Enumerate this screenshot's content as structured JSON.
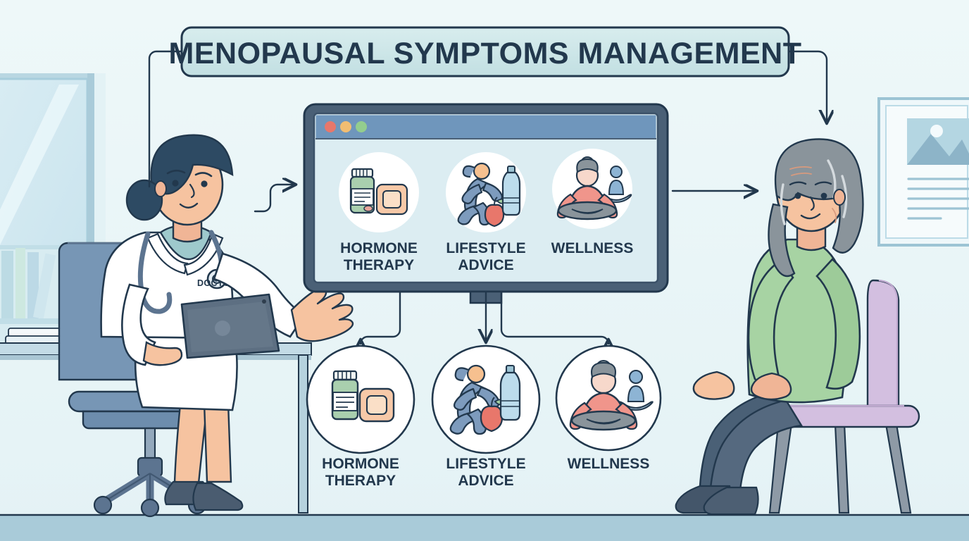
{
  "title_banner": {
    "text": "MENOPAUSAL SYMPTOMS MANAGEMENT",
    "fill": "#cfe6e8",
    "stroke": "#22384d",
    "text_color": "#22384d"
  },
  "scene": {
    "background_top": "#eef8f9",
    "background_bottom": "#e6f3f5",
    "floor_color": "#a9cbd9",
    "floor_line": "#22384d",
    "wall_accent": "#dceef2",
    "outline": "#22384d"
  },
  "left_scene": {
    "window": {
      "name": "window",
      "frame_color": "#b9d7e2",
      "glass_color": "#d4e9f0",
      "highlight_color": "#e8f6f9"
    },
    "bookshelf": {
      "name": "bookshelf",
      "shelf_color": "#cde5ec",
      "books": [
        "#bcdbe4",
        "#c9e3d8",
        "#bcd9e6",
        "#cfe6ee"
      ]
    },
    "desk": {
      "name": "desk",
      "top_color": "#c3dbe6",
      "edge_color": "#a9c6d4"
    },
    "desk_books_color": "#f3f8fa",
    "office_chair": {
      "name": "office-chair",
      "seat_color": "#7796b5",
      "base_color": "#5c7490"
    },
    "doctor": {
      "name": "doctor",
      "badge_text": "DOCTOR",
      "hair_color": "#2d4a63",
      "skin_color": "#f6c3a0",
      "coat_color": "#ffffff",
      "scrub_color": "#9ec9cc",
      "stethoscope_color": "#5c7490",
      "tablet_color": "#5d6f82",
      "shoe_color": "#4a5c70"
    }
  },
  "right_scene": {
    "wall_frame": {
      "name": "wall-poster",
      "frame_color": "#9cc4d4",
      "mat_color": "#eef7fa",
      "image_color": "#9dc4d4",
      "line_color": "#9dc4d4"
    },
    "patient": {
      "name": "patient",
      "hair_color": "#8a949b",
      "skin_color": "#f6c3a0",
      "sweater_color": "#a7d3a3",
      "trouser_color": "#4a6076",
      "shoe_color": "#44566a"
    },
    "patient_chair": {
      "name": "patient-chair",
      "seat_color": "#d3bfe0",
      "leg_color": "#8e9aa6"
    }
  },
  "monitor": {
    "name": "presentation-screen",
    "bezel_color": "#4a6076",
    "frame_color": "#3b5168",
    "titlebar_color": "#6f96bc",
    "screen_color": "#dcedf2",
    "dots": [
      {
        "name": "close-dot",
        "color": "#e8776b"
      },
      {
        "name": "minimize-dot",
        "color": "#f2bd72"
      },
      {
        "name": "maximize-dot",
        "color": "#93cd8e"
      }
    ]
  },
  "options": [
    {
      "id": "hormone-therapy",
      "label_line1": "HORMONE",
      "label_line2": "THERAPY",
      "icon": "pill-bottle-patch-icon",
      "colors": {
        "bottle": "#a9cfae",
        "cap": "#f2f7f4",
        "label": "#ffffff",
        "patch": "#f7c9a8",
        "patch_inner": "#fadfc7"
      }
    },
    {
      "id": "lifestyle-advice",
      "label_line1": "LIFESTYLE",
      "label_line2": "ADVICE",
      "icon": "runner-apple-bottle-icon",
      "colors": {
        "runner": "#7d9bbd",
        "head": "#f6c08f",
        "apple": "#e8776b",
        "leaf": "#a7d3a3",
        "bottle": "#bcdcec",
        "cap": "#9dc4d4"
      }
    },
    {
      "id": "wellness",
      "label_line1": "WELLNESS",
      "label_line2": "",
      "icon": "meditation-lotus-icon",
      "colors": {
        "body": "#f0958b",
        "legs": "#8a949b",
        "hair": "#8a949b",
        "skin": "#f7d8cb",
        "partner": "#8db4d4"
      }
    }
  ],
  "connectors": {
    "title_left": {
      "name": "connector-title-to-doctor",
      "has_arrow": false
    },
    "title_right": {
      "name": "connector-title-to-patient",
      "has_arrow": true
    },
    "doctor_to_screen": {
      "name": "arrow-doctor-to-screen",
      "has_arrow": true
    },
    "screen_to_patient": {
      "name": "arrow-screen-to-patient",
      "has_arrow": true
    },
    "screen_to_options": {
      "name": "arrows-screen-to-options",
      "count": 3
    },
    "color": "#22384d"
  }
}
